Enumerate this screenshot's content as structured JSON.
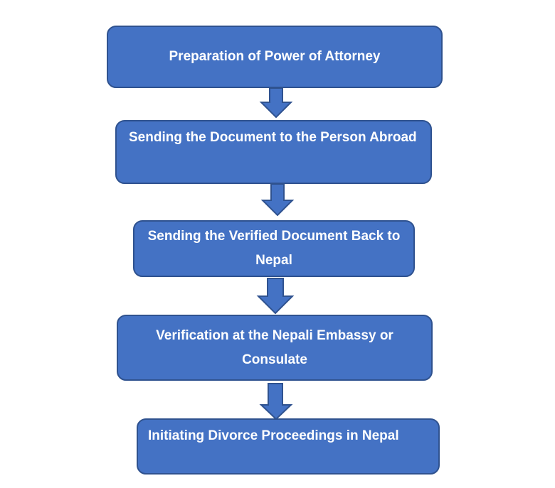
{
  "flowchart": {
    "steps": [
      {
        "label": "Preparation of Power of Attorney"
      },
      {
        "label": "Sending the Document to the Person Abroad"
      },
      {
        "label": "Sending the Verified Document Back to Nepal"
      },
      {
        "label": "Verification at the Nepali Embassy or Consulate"
      },
      {
        "label": "Initiating Divorce Proceedings in Nepal"
      }
    ]
  },
  "colors": {
    "box_fill": "#4472C4",
    "box_border": "#2F528F",
    "text": "#FFFFFF",
    "background": "#FFFFFF"
  }
}
